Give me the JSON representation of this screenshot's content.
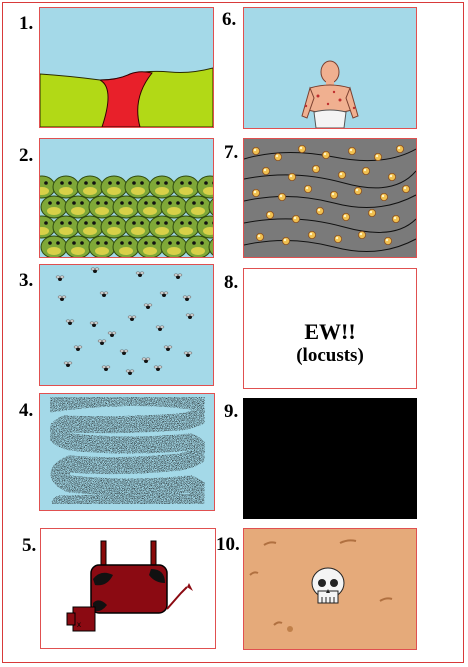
{
  "labels": [
    "1.",
    "2.",
    "3.",
    "4.",
    "5.",
    "6.",
    "7.",
    "8.",
    "9.",
    "10."
  ],
  "panel8": {
    "line1": "EW!!",
    "line2": "(locusts)"
  },
  "colors": {
    "sky": "#a4d9e8",
    "grass": "#b2d916",
    "blood": "#e8202a",
    "gray": "#7a7a7a",
    "sand": "#e5aa7a",
    "black": "#000000",
    "border": "#e05050"
  }
}
